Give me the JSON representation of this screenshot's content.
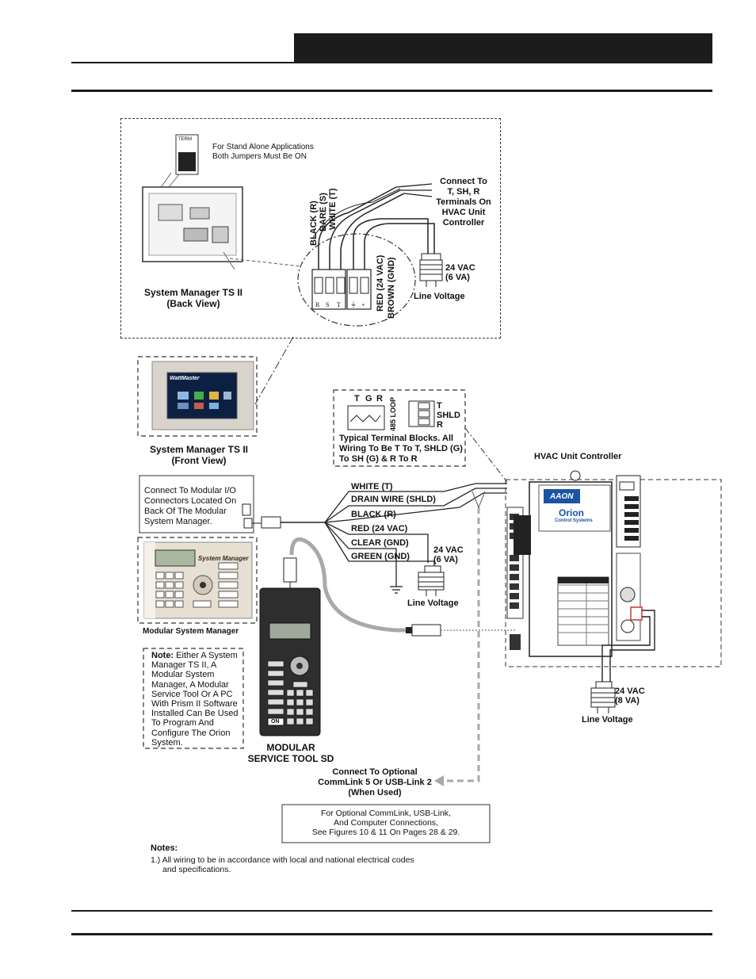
{
  "header": {
    "title_text": ""
  },
  "back_view": {
    "term_label": "TERM",
    "jumper_note_line1": "For Stand Alone Applications",
    "jumper_note_line2": "Both Jumpers Must Be ON",
    "wire_black": "BLACK (R)",
    "wire_bare": "BARE (S)",
    "wire_white": "WHITE (T)",
    "connect_to": [
      "Connect To",
      "T, SH, R",
      "Terminals On",
      "HVAC Unit",
      "Controller"
    ],
    "wire_red": "RED (24 VAC)",
    "wire_brown": "BROWN (GND)",
    "power_line1": "24 VAC",
    "power_line2": "(6 VA)",
    "line_voltage": "Line Voltage",
    "terminals": [
      "R",
      "S",
      "T",
      "⏚",
      "+"
    ],
    "caption_line1": "System Manager TS II",
    "caption_line2": "(Back View)"
  },
  "front_view": {
    "screen_brand": "WattMaster",
    "caption_line1": "System Manager TS II",
    "caption_line2": "(Front View)"
  },
  "terminal_blocks": {
    "tgr": [
      "T",
      "G",
      "R"
    ],
    "loop": "485 LOOP",
    "tshld": [
      "T",
      "SHLD",
      "R"
    ],
    "note": [
      "Typical Terminal Blocks. All",
      "Wiring To Be T To T, SHLD (G)",
      "To SH (G) & R To R"
    ]
  },
  "hvac": {
    "title": "HVAC Unit Controller",
    "brand": "AAON",
    "product": "Orion",
    "product_sub": "Control Systems",
    "power_line1": "24 VAC",
    "power_line2": "(8 VA)",
    "line_voltage": "Line Voltage"
  },
  "modular": {
    "connect_note": [
      "Connect To Modular I/O",
      "Connectors Located On",
      "Back Of The Modular",
      "System Manager."
    ],
    "wires": [
      "WHITE (T)",
      "DRAIN WIRE (SHLD)",
      "BLACK (R)",
      "RED (24 VAC)",
      "CLEAR (GND)",
      "GREEN (GND)"
    ],
    "power_line1": "24 VAC",
    "power_line2": "(6 VA)",
    "line_voltage": "Line Voltage",
    "panel_title": "System Manager",
    "caption": "Modular System Manager"
  },
  "service_tool": {
    "caption_line1": "MODULAR",
    "caption_line2": "SERVICE TOOL SD",
    "on_key": "ON"
  },
  "note_box": {
    "label": "Note:",
    "text_first": " Either A System",
    "lines": [
      "Manager TS II, A",
      "Modular System",
      "Manager, A Modular",
      "Service Tool Or A PC",
      "With Prism II Software",
      "Installed Can Be Used",
      "To Program And",
      "Configure The Orion",
      "System."
    ]
  },
  "commlink": {
    "lines": [
      "Connect To Optional",
      "CommLink 5 Or USB-Link 2",
      "(When Used)"
    ]
  },
  "optional_box": {
    "lines": [
      "For Optional CommLink, USB-Link,",
      "And Computer Connections,",
      "See Figures 10 & 11 On Pages 28 & 29."
    ]
  },
  "notes": {
    "title": "Notes:",
    "line1": "1.) All wiring to be in accordance with local and national electrical codes",
    "line2": "and specifications."
  }
}
